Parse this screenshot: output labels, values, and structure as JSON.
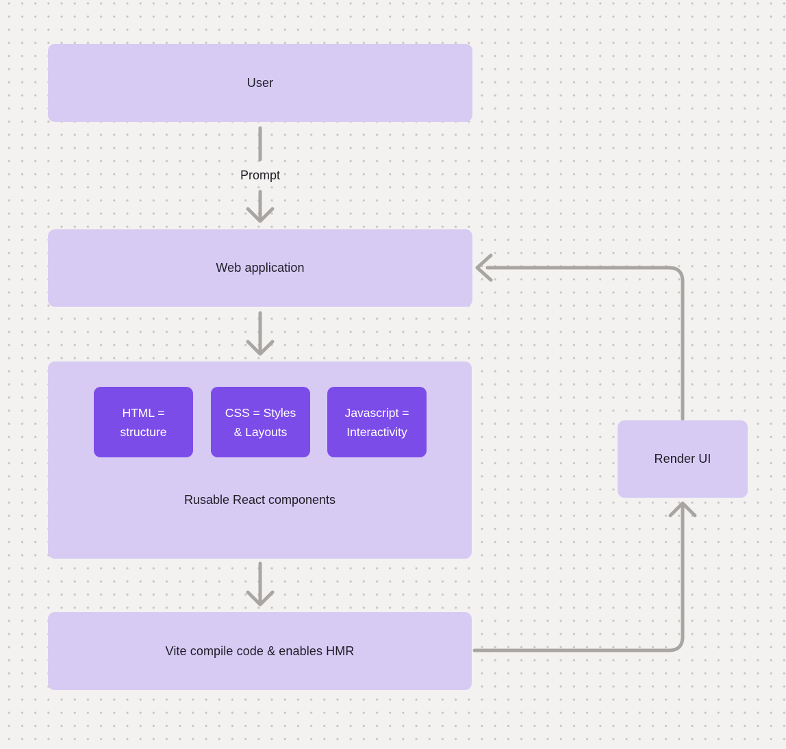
{
  "colors": {
    "background": "#f3f2f0",
    "dot_grid": "#c8c5c3",
    "node_light_purple": "#d7cbf4",
    "node_dark_purple": "#7c4ce9",
    "arrow_gray": "#a8a5a2",
    "text_dark": "#1d1c24",
    "text_light": "#ffffff"
  },
  "nodes": {
    "user": {
      "label": "User"
    },
    "web_application": {
      "label": "Web application"
    },
    "components_container": {
      "items": [
        {
          "line1": "HTML =",
          "line2": "structure"
        },
        {
          "line1": "CSS = Styles",
          "line2": "& Layouts"
        },
        {
          "line1": "Javascript =",
          "line2": "Interactivity"
        }
      ],
      "caption": "Rusable React components"
    },
    "vite": {
      "label": "Vite compile code & enables HMR"
    },
    "render_ui": {
      "label": "Render UI"
    }
  },
  "edges": {
    "prompt_label": "Prompt"
  }
}
